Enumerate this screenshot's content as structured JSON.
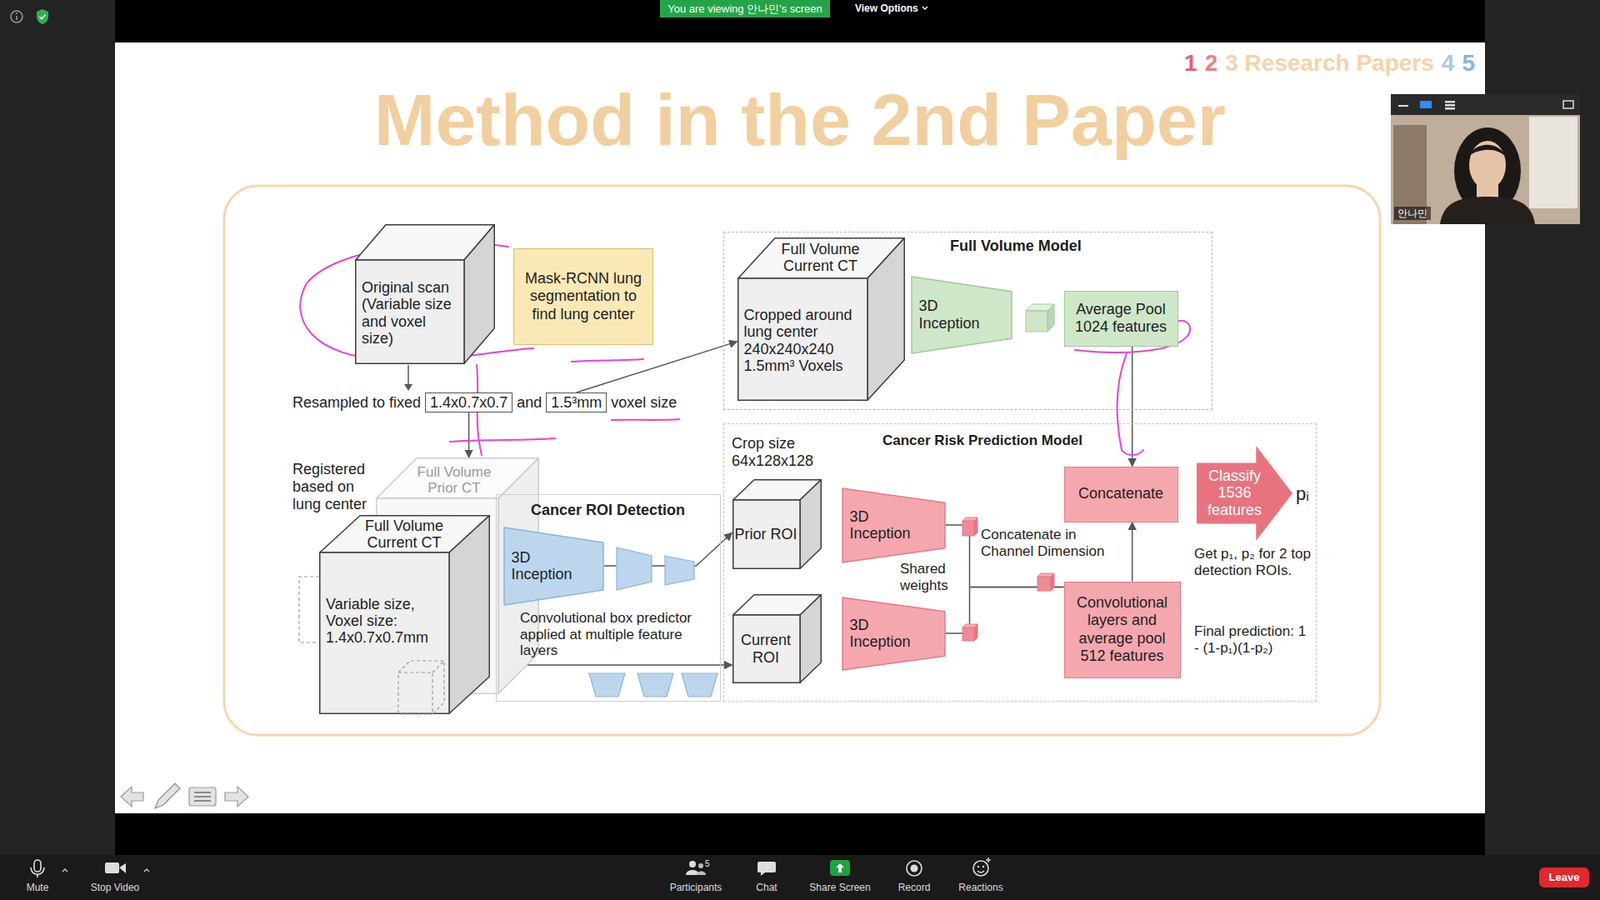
{
  "diagram": {
    "title": "Method in the 2nd Paper",
    "nodes": [
      {
        "text": [
          "Original scan (Variable size and voxel size)"
        ]
      },
      {
        "text": [
          "Mask-RCNN lung segmentation to find lung center"
        ]
      },
      {
        "text": [
          "Full Volume Model"
        ]
      },
      {
        "text": [
          "Full Volume Current CT",
          "Cropped around lung center 240x240x240 1.5mm³ Voxels"
        ],
        "in": 2
      },
      {
        "text": [
          "3D Inception"
        ],
        "in": 2
      },
      {
        "text": [
          "Average Pool 1024 features"
        ],
        "in": 2
      },
      {
        "text": [
          "1.4x0.7x0.7"
        ]
      },
      {
        "text": [
          "1.5³mm"
        ]
      },
      {
        "text": [
          "Full Volume Prior CT"
        ]
      },
      {
        "text": [
          "Full Volume Current CT",
          "Variable size, Voxel size: 1.4x0.7x0.7mm"
        ]
      },
      {
        "text": [
          "Cancer ROI Detection"
        ]
      },
      {
        "text": [
          "3D Inception"
        ],
        "in": 10
      },
      {
        "text": [
          "Cancer Risk Prediction Model"
        ]
      },
      {
        "text": [
          "Prior ROI"
        ],
        "in": 12
      },
      {
        "text": [
          "Current ROI"
        ],
        "in": 12
      },
      {
        "text": [
          "3D Inception"
        ],
        "in": 12
      },
      {
        "text": [
          "3D Inception"
        ],
        "in": 12
      },
      {
        "text": [
          "Concatenate"
        ],
        "in": 12
      },
      {
        "text": [
          "Convolutional layers and average pool 512 features"
        ],
        "in": 12
      },
      {
        "text": [
          "Classify 1536 features"
        ],
        "in": 12
      },
      {
        "text": [
          "You are viewing 안나민's screen"
        ]
      },
      {
        "text": [
          "Leave"
        ]
      }
    ],
    "edges": [
      {
        "from": 5,
        "to": 17,
        "arrow": "to"
      },
      {
        "from": 7,
        "to": 3,
        "arrow": "to"
      },
      {
        "from": 6,
        "to": 8,
        "arrow": "to"
      },
      {
        "from": 9,
        "to": 14,
        "arrow": "to"
      },
      {
        "from": 11,
        "to": 13,
        "arrow": "to"
      },
      {
        "from": 15,
        "to": 18,
        "arrow": "none"
      },
      {
        "from": 16,
        "to": 18,
        "arrow": "none"
      },
      {
        "from": 18,
        "to": 17,
        "arrow": "to"
      }
    ],
    "labels": [
      "1",
      "2",
      "3 Research Papers",
      "4",
      "5",
      "Resampled to fixed",
      "and",
      "voxel size",
      "Registered based on lung center",
      "Convolutional box predictor applied at multiple feature layers",
      "Crop size 64x128x128",
      "Shared weights",
      "Concatenate in Channel Dimension",
      "pᵢ",
      "Get p₁, p₂ for 2 top detection ROIs.",
      "Final prediction: 1 - (1-p₁)(1-p₂)",
      "View Options",
      "안나민",
      "5",
      "Mute",
      "Stop Video",
      "Participants",
      "Chat",
      "Share Screen",
      "Record",
      "Reactions"
    ]
  }
}
